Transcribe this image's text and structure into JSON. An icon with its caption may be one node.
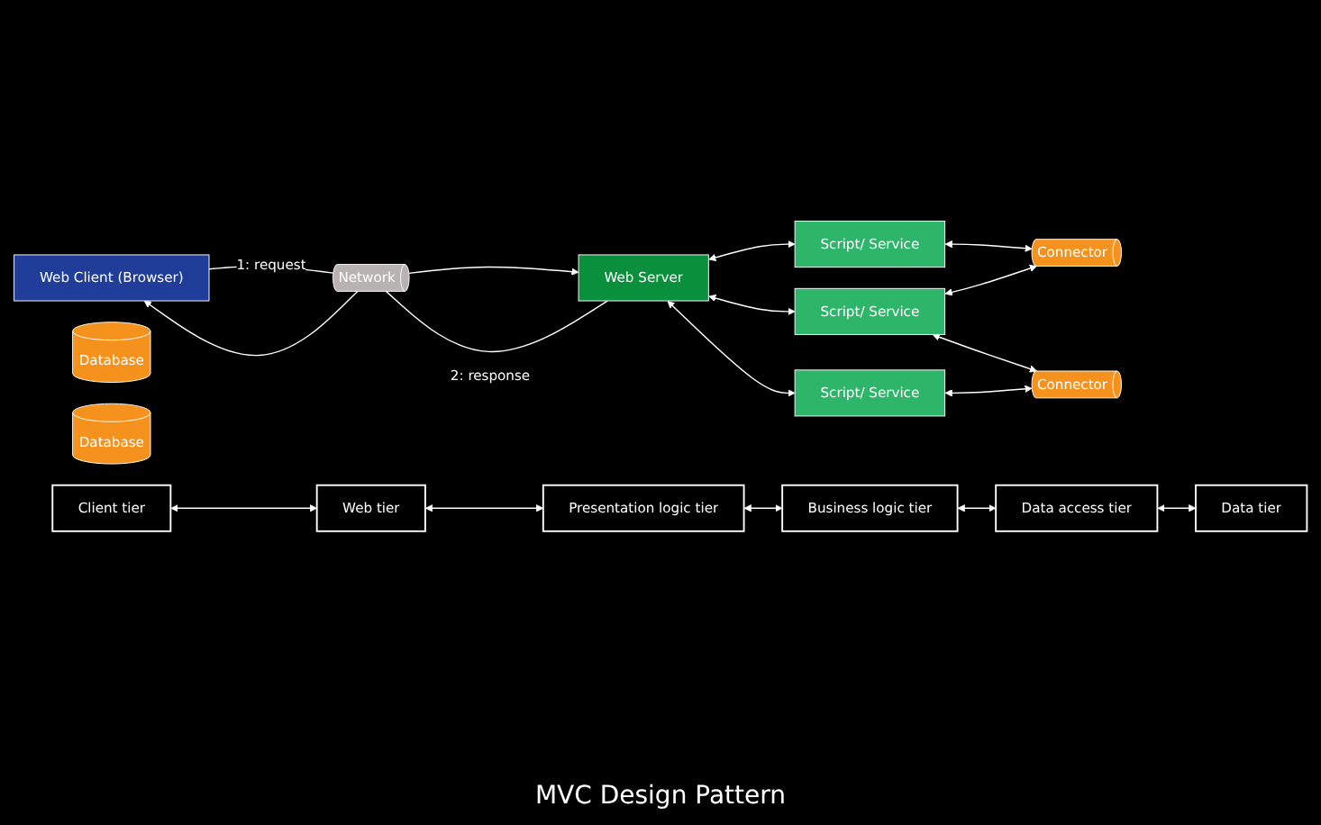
{
  "diagram": {
    "nodes": [
      {
        "text": [
          "Web Client (Browser)"
        ]
      },
      {
        "text": [
          "Network"
        ]
      },
      {
        "text": [
          "Web Server"
        ]
      },
      {
        "text": [
          "Script/ Service"
        ]
      },
      {
        "text": [
          "Script/ Service"
        ]
      },
      {
        "text": [
          "Script/ Service"
        ]
      },
      {
        "text": [
          "Connector"
        ]
      },
      {
        "text": [
          "Database"
        ]
      },
      {
        "text": [
          "Connector"
        ]
      },
      {
        "text": [
          "Database"
        ]
      },
      {
        "text": [
          "Client tier"
        ]
      },
      {
        "text": [
          "Web tier"
        ]
      },
      {
        "text": [
          "Presentation logic tier"
        ]
      },
      {
        "text": [
          "Business logic tier"
        ]
      },
      {
        "text": [
          "Data access tier"
        ]
      },
      {
        "text": [
          "Data tier"
        ]
      }
    ],
    "edges": [
      {
        "from": 0,
        "to": 1,
        "arrow": "none",
        "label": "1: request"
      },
      {
        "from": 1,
        "to": 2,
        "arrow": "to"
      },
      {
        "from": 2,
        "to": 1,
        "arrow": "none",
        "label": "2: response"
      },
      {
        "from": 1,
        "to": 0,
        "arrow": "to"
      },
      {
        "from": 2,
        "to": 3,
        "arrow": "both"
      },
      {
        "from": 2,
        "to": 4,
        "arrow": "both"
      },
      {
        "from": 2,
        "to": 5,
        "arrow": "both"
      },
      {
        "from": 3,
        "to": 6,
        "arrow": "both"
      },
      {
        "from": 4,
        "to": 6,
        "arrow": "both"
      },
      {
        "from": 4,
        "to": 8,
        "arrow": "both"
      },
      {
        "from": 5,
        "to": 8,
        "arrow": "both"
      },
      {
        "from": 10,
        "to": 11,
        "arrow": "both"
      },
      {
        "from": 11,
        "to": 12,
        "arrow": "both"
      },
      {
        "from": 12,
        "to": 13,
        "arrow": "both"
      },
      {
        "from": 13,
        "to": 14,
        "arrow": "both"
      },
      {
        "from": 14,
        "to": 15,
        "arrow": "both"
      }
    ],
    "labels": [
      "MVC Design Pattern"
    ]
  }
}
